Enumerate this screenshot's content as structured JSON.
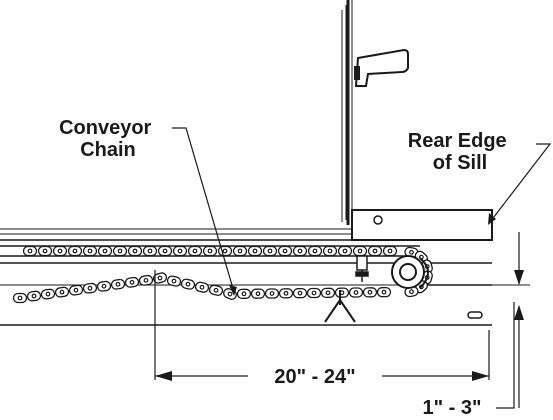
{
  "labels": {
    "conveyor_chain": [
      "Conveyor",
      "Chain"
    ],
    "rear_edge_of_sill": [
      "Rear Edge",
      "of Sill"
    ],
    "dim_horizontal": "20\" - 24\"",
    "dim_vertical": "1\" - 3\""
  },
  "colors": {
    "ink": "#1a1a1a",
    "background": "#ffffff"
  }
}
